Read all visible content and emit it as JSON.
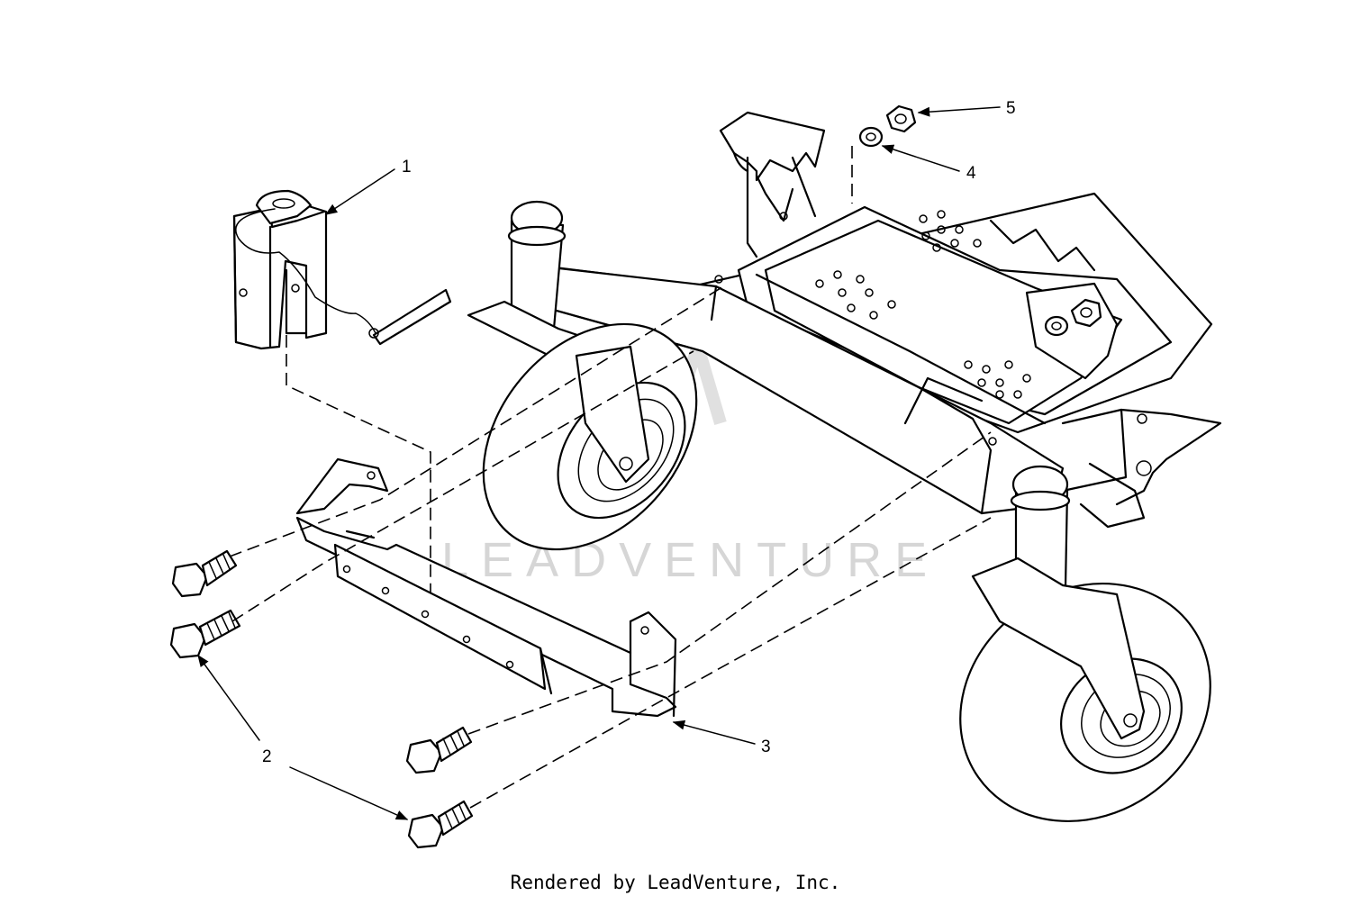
{
  "callouts": [
    {
      "num": "1",
      "part": "hitch-pin"
    },
    {
      "num": "2",
      "part": "bolt"
    },
    {
      "num": "3",
      "part": "bracket"
    },
    {
      "num": "4",
      "part": "washer"
    },
    {
      "num": "5",
      "part": "nut"
    }
  ],
  "watermark": "LEADVENTURE",
  "footer": "Rendered by LeadVenture, Inc."
}
